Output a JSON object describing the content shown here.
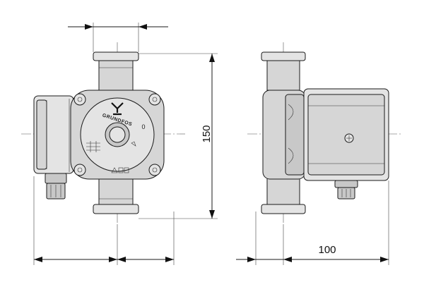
{
  "dimensions": {
    "height_label": "150",
    "depth_label": "100"
  },
  "front_view": {
    "brand": "GRUNDFOS",
    "speed_mark": "0"
  }
}
